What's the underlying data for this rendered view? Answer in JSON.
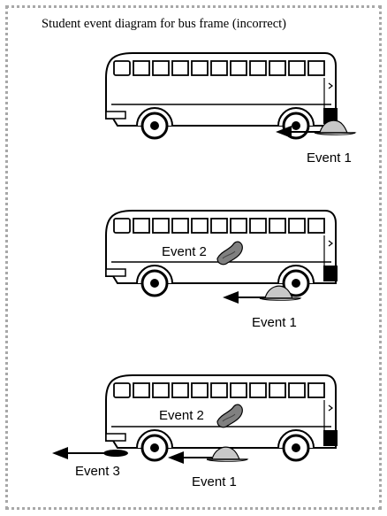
{
  "title": "Student event diagram for bus frame  (incorrect)",
  "panels": [
    {
      "events": {
        "event1": "Event 1"
      }
    },
    {
      "events": {
        "event1": "Event 1",
        "event2": "Event 2"
      }
    },
    {
      "events": {
        "event1": "Event 1",
        "event2": "Event 2",
        "event3": "Event 3"
      }
    }
  ],
  "colors": {
    "frame_border": "#a8a8a8",
    "rock_fill": "#c8c8c8",
    "bump_fill": "#808080",
    "puddle_fill": "#000000"
  }
}
